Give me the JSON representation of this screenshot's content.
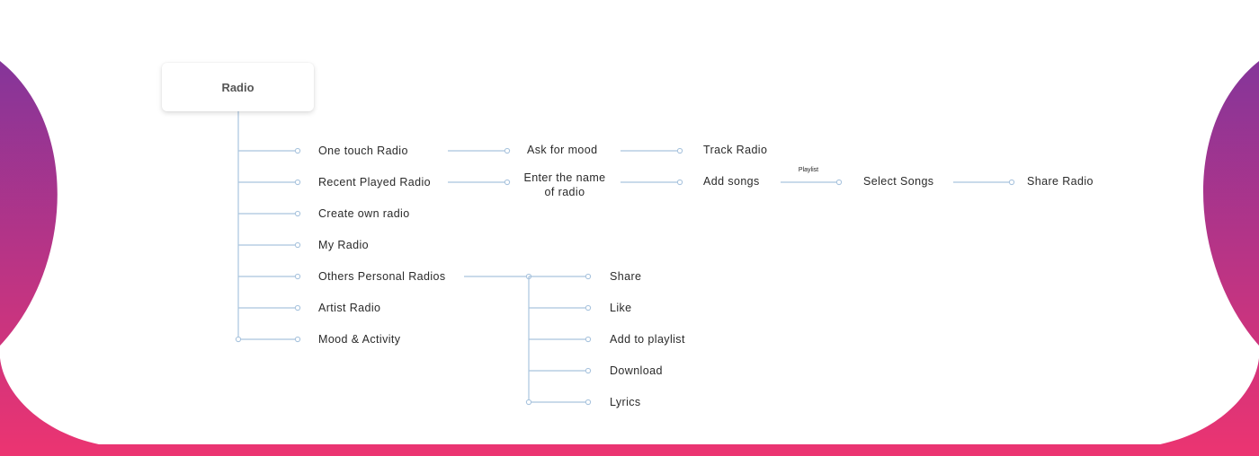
{
  "colors": {
    "gradient_top": "#7535a0",
    "gradient_bottom": "#ec3471",
    "connector": "#a9c4de",
    "text": "#2a2a2a"
  },
  "root": {
    "label": "Radio"
  },
  "level1": [
    "One touch Radio",
    "Recent Played Radio",
    "Create own radio",
    "My Radio",
    "Others Personal Radios",
    "Artist Radio",
    "Mood & Activity"
  ],
  "chains": {
    "mood": [
      "Ask for mood",
      "Track Radio"
    ],
    "recent": {
      "enter_name_line1": "Enter the name",
      "enter_name_line2": "of radio",
      "add_songs": "Add songs",
      "playlist_caption": "Playlist",
      "select_songs": "Select Songs",
      "share_radio": "Share Radio"
    }
  },
  "others_actions": [
    "Share",
    "Like",
    "Add to playlist",
    "Download",
    "Lyrics"
  ]
}
